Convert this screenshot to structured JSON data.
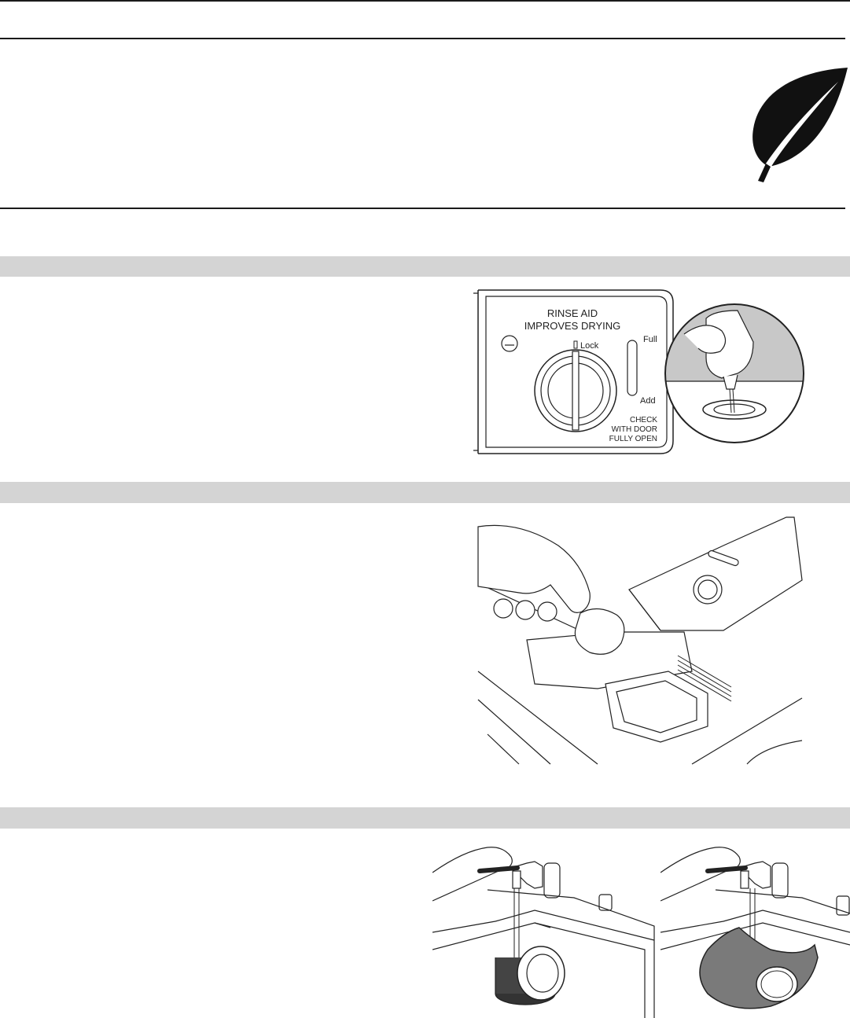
{
  "leaf_icon": "leaf-icon",
  "rinse_aid": {
    "title_line1": "RINSE AID",
    "title_line2": "IMPROVES DRYING",
    "lock": "Lock",
    "full": "Full",
    "add": "Add",
    "check_line1": "CHECK",
    "check_line2": "WITH DOOR",
    "check_line3": "FULLY OPEN"
  },
  "colors": {
    "band": "#d4d4d4",
    "rule": "#1a1a1a"
  }
}
